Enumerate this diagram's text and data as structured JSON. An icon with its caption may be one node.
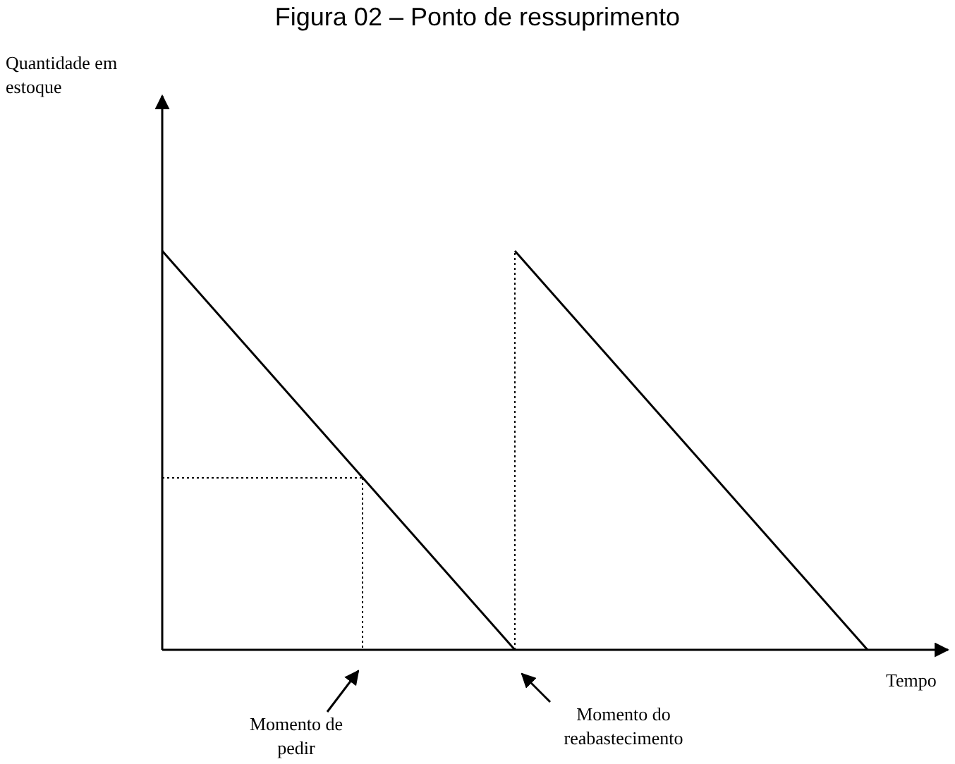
{
  "diagram": {
    "title": "Figura 02 – Ponto de ressuprimento",
    "nodes": [
      {
        "text": [
          "Momento de pedir"
        ]
      },
      {
        "text": [
          "Momento do reabastecimento"
        ]
      }
    ],
    "edges": [
      {
        "from": 0,
        "to": null,
        "arrow": "to"
      },
      {
        "from": 1,
        "to": null,
        "arrow": "to"
      }
    ],
    "labels": [
      "Quantidade em estoque",
      "Tempo"
    ]
  }
}
